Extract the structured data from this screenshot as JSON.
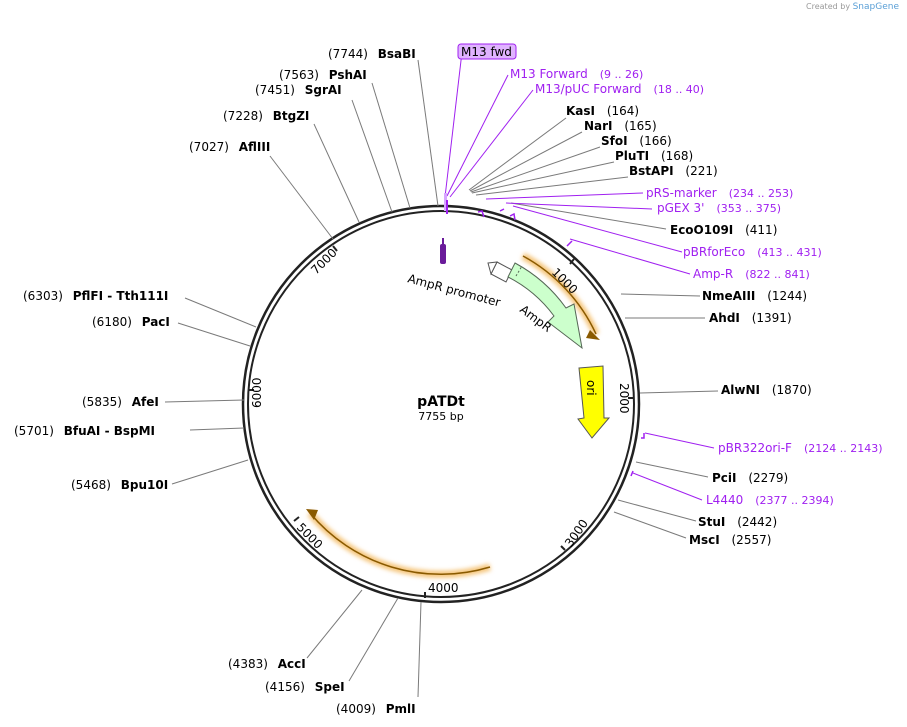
{
  "credit": {
    "prefix": "Created by",
    "brand": "SnapGene"
  },
  "plasmid": {
    "name": "pATDt",
    "length_label": "7755 bp"
  },
  "ticks": [
    "1000",
    "2000",
    "3000",
    "4000",
    "5000",
    "6000",
    "7000"
  ],
  "enzymes": [
    {
      "pos": "(7744)",
      "name": "BsaBI"
    },
    {
      "pos": "(7563)",
      "name": "PshAI"
    },
    {
      "pos": "(7451)",
      "name": "SgrAI"
    },
    {
      "pos": "(7228)",
      "name": "BtgZI"
    },
    {
      "pos": "(7027)",
      "name": "AflIII"
    },
    {
      "pos": "(6303)",
      "name": "PflFI  - Tth111I"
    },
    {
      "pos": "(6180)",
      "name": "PacI"
    },
    {
      "pos": "(5835)",
      "name": "AfeI"
    },
    {
      "pos": "(5701)",
      "name": "BfuAI  - BspMI"
    },
    {
      "pos": "(5468)",
      "name": "Bpu10I"
    },
    {
      "pos": "(4383)",
      "name": "AccI"
    },
    {
      "pos": "(4156)",
      "name": "SpeI"
    },
    {
      "pos": "(4009)",
      "name": "PmlI"
    },
    {
      "pos": "(164)",
      "name": "KasI"
    },
    {
      "pos": "(165)",
      "name": "NarI"
    },
    {
      "pos": "(166)",
      "name": "SfoI"
    },
    {
      "pos": "(168)",
      "name": "PluTI"
    },
    {
      "pos": "(221)",
      "name": "BstAPI"
    },
    {
      "pos": "(411)",
      "name": "EcoO109I"
    },
    {
      "pos": "(1244)",
      "name": "NmeAIII"
    },
    {
      "pos": "(1391)",
      "name": "AhdI"
    },
    {
      "pos": "(1870)",
      "name": "AlwNI"
    },
    {
      "pos": "(2279)",
      "name": "PciI"
    },
    {
      "pos": "(2442)",
      "name": "StuI"
    },
    {
      "pos": "(2557)",
      "name": "MscI"
    }
  ],
  "primers": [
    {
      "name": "M13 fwd"
    },
    {
      "name": "M13 Forward",
      "range": "(9 .. 26)"
    },
    {
      "name": "M13/pUC Forward",
      "range": "(18 .. 40)"
    },
    {
      "name": "pRS-marker",
      "range": "(234 .. 253)"
    },
    {
      "name": "pGEX 3'",
      "range": "(353 .. 375)"
    },
    {
      "name": "pBRforEco",
      "range": "(413 .. 431)"
    },
    {
      "name": "Amp-R",
      "range": "(822 .. 841)"
    },
    {
      "name": "pBR322ori-F",
      "range": "(2124 .. 2143)"
    },
    {
      "name": "L4440",
      "range": "(2377 .. 2394)"
    }
  ],
  "features": {
    "amp_promoter": "AmpR promoter",
    "ampr": "AmpR",
    "ori": "ori"
  },
  "colors": {
    "primer": "#a020f0",
    "ampr": "#ccffcc",
    "ori": "#ffff00",
    "orf_glow": "#f5c57a",
    "backbone": "#222222"
  }
}
